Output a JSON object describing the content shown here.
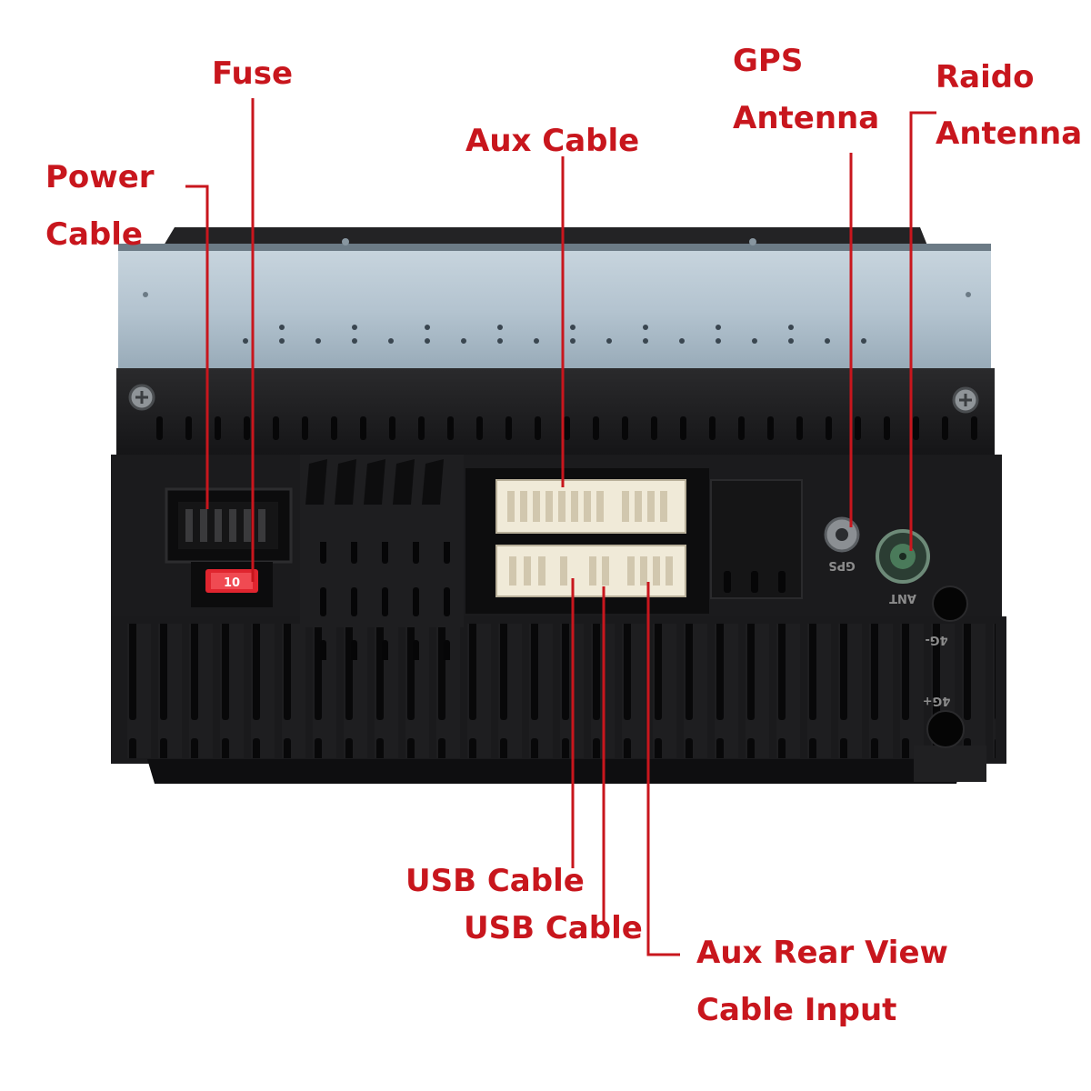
{
  "labels": {
    "fuse": "Fuse",
    "power_line1": "Power",
    "power_line2": "Cable",
    "aux_cable": "Aux Cable",
    "gps_line1": "GPS",
    "gps_line2": "Antenna",
    "radio_line1": "Raido",
    "radio_line2": "Antenna",
    "usb_cable_1": "USB Cable",
    "usb_cable_2": "USB Cable",
    "aux_rear_line1": "Aux Rear View",
    "aux_rear_line2": "Cable Input"
  },
  "unit_markings": {
    "gps_port": "GPS",
    "antenna_port": "ANT",
    "neg_4g": "4G-",
    "pos_4g": "4G+",
    "fuse_rating": "10"
  },
  "colors": {
    "label_red": "#c8161d",
    "leader_red": "#c8161d",
    "unit_black": "#1c1c1e",
    "metal_top": "#aebfcc",
    "connector_white": "#f0ead8",
    "fuse_red": "#e0252f"
  }
}
